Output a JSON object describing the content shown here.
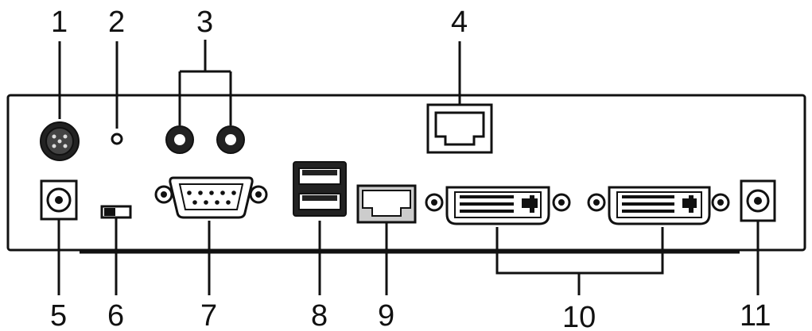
{
  "callouts": {
    "c1": "1",
    "c2": "2",
    "c3": "3",
    "c4": "4",
    "c5": "5",
    "c6": "6",
    "c7": "7",
    "c8": "8",
    "c9": "9",
    "c10": "10",
    "c11": "11"
  },
  "colors": {
    "line": "#111111",
    "panel": "#ffffff",
    "port_fill": "#e8e8e8"
  }
}
